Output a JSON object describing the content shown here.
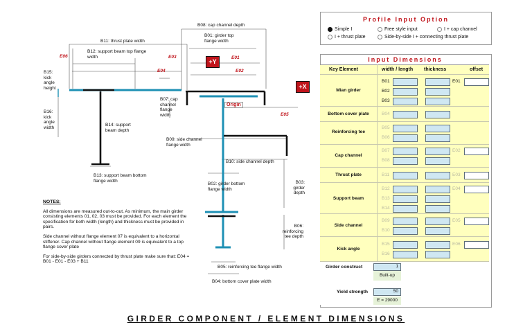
{
  "diagram": {
    "labels": {
      "b08": "B08: cap channel depth",
      "b11": "B11: thrust plate width",
      "b01": "B01: girder top flange width",
      "b12": "B12: support beam top flange width",
      "b15": "B15: kick angle height",
      "b07": "B07: cap channel flange width",
      "b16": "B16: kick angle width",
      "b14": "B14: support beam depth",
      "b09": "B09: side channel flange width",
      "b10": "B10: side channel depth",
      "b13": "B13: support beam bottom flange width",
      "b02": "B02: girder bottom flange width",
      "b03": "B03: girder depth",
      "b06": "B06: reinforcing tee depth",
      "b05": "B05: reinforcing tee flange width",
      "b04": "B04: bottom cover plate width"
    },
    "red_labels": {
      "e06": "E06",
      "e03": "E03",
      "e01": "E01",
      "e04": "E04",
      "e02": "E02",
      "e05": "E05"
    },
    "axis_y": "+Y",
    "axis_x": "+X",
    "origin": "Origin"
  },
  "notes": {
    "heading": "NOTES:",
    "p1": "All dimensions are measured out-to-out. As minimum, the main girder consisting elements 01, 02, 03 must be provided. For each element the specification for both width (length) and thickness must be provided in pairs.",
    "p2": "Side channel without flange element 07 is equivalent to a horizontal stiffener. Cap channel without flange element 09 is equivalent to a top flange cover plate",
    "p3": "For side-by-side girders connected by thrust plate make sure that: E04 = B01 - E01 - E03 + B11"
  },
  "footer_title": "GIRDER COMPONENT / ELEMENT DIMENSIONS",
  "profile_option": {
    "title": "Profile Input Option",
    "options": [
      "Simple I",
      "Free style input",
      "I + cap channel",
      "I + thrust plate",
      "Side-by-side I + connecting thrust plate"
    ],
    "selected": "Simple I"
  },
  "input_dimensions": {
    "title": "Input Dimensions",
    "headers": {
      "key": "Key Element",
      "width": "width / length",
      "thickness": "thickness",
      "offset": "offset"
    },
    "rows": [
      {
        "label": "Mian girder",
        "codes": [
          "B01",
          "B02",
          "B03"
        ],
        "offset_code": "E01"
      },
      {
        "label": "Bottom cover plate",
        "codes": [
          "B04"
        ],
        "offset_code": ""
      },
      {
        "label": "Reinforcing tee",
        "codes": [
          "B05",
          "B06"
        ],
        "offset_code": ""
      },
      {
        "label": "Cap channel",
        "codes": [
          "B07",
          "B08"
        ],
        "offset_code": "E02"
      },
      {
        "label": "Thrust plate",
        "codes": [
          "B11"
        ],
        "offset_code": "E03"
      },
      {
        "label": "Support beam",
        "codes": [
          "B12",
          "B13",
          "B14"
        ],
        "offset_code": "E04"
      },
      {
        "label": "Side channel",
        "codes": [
          "B09",
          "B10"
        ],
        "offset_code": "E05"
      },
      {
        "label": "Kick angle",
        "codes": [
          "B15",
          "B16"
        ],
        "offset_code": "E06"
      }
    ],
    "girder_construct": {
      "label": "Girder construct",
      "value": "1",
      "note": "Built-up"
    },
    "yield_strength": {
      "label": "Yield strength",
      "value": "50",
      "note": "E = 29000"
    }
  },
  "colors": {
    "steel": "#1e90b4",
    "red": "#c0141b",
    "band": "#ffffbe",
    "input_fill": "#cfe7f2"
  }
}
